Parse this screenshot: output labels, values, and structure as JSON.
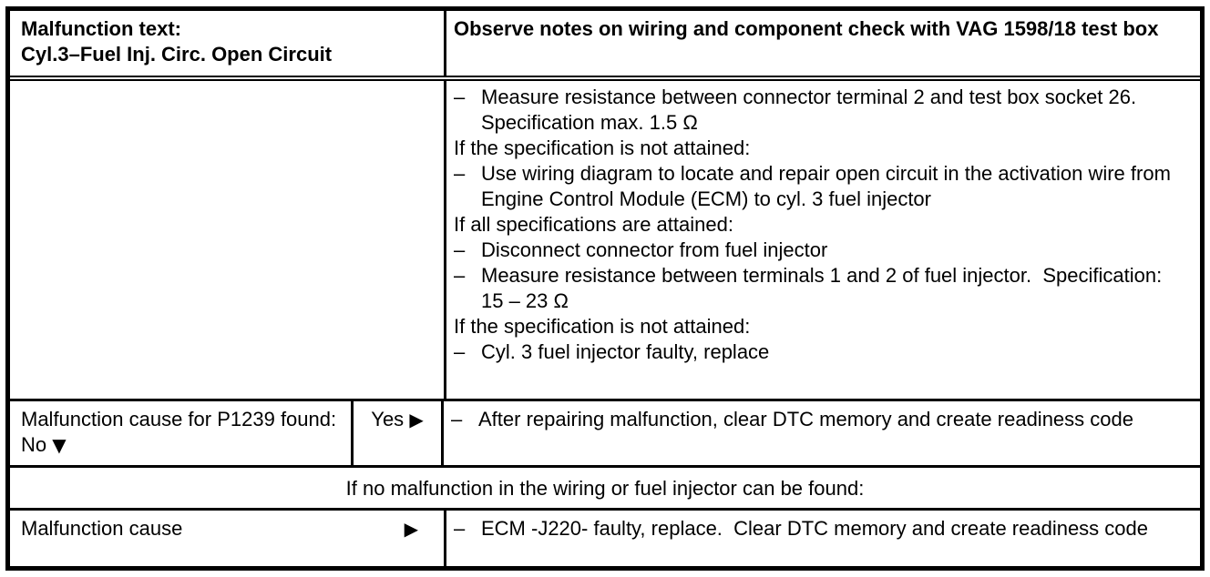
{
  "colors": {
    "text": "#000000",
    "background": "#ffffff",
    "border": "#000000"
  },
  "header": {
    "malfunction_label": "Malfunction text:",
    "malfunction_title": "Cyl.3–Fuel Inj. Circ. Open Circuit",
    "note": "Observe notes on wiring and component check with VAG 1598/18 test box"
  },
  "procedure": {
    "steps": [
      {
        "marker": "–",
        "text": "Measure resistance between connector terminal 2 and test box socket 26.  Specification max. 1.5 Ω"
      },
      {
        "marker": "",
        "text": "If the specification is not attained:"
      },
      {
        "marker": "–",
        "text": "Use wiring diagram to locate and repair open circuit in the activation wire from Engine Control Module (ECM) to cyl. 3 fuel injector"
      },
      {
        "marker": "",
        "text": "If all specifications are attained:"
      },
      {
        "marker": "–",
        "text": "Disconnect connector from fuel injector"
      },
      {
        "marker": "–",
        "text": "Measure resistance between terminals 1 and 2 of fuel injector.  Specification: 15 – 23 Ω"
      },
      {
        "marker": "",
        "text": "If the specification is not attained:"
      },
      {
        "marker": "–",
        "text": "Cyl. 3 fuel injector faulty, replace"
      }
    ]
  },
  "p1239": {
    "cause_text": "Malfunction cause for P1239 found: No ",
    "down_arrow": "▼",
    "yes_label": "Yes ",
    "yes_arrow": "▶",
    "result_marker": "–",
    "result_text": "After repairing malfunction, clear DTC memory and create readiness code"
  },
  "condition": {
    "text": "If no malfunction in the wiring or fuel injector can be found:"
  },
  "final": {
    "cause_label": "Malfunction cause",
    "arrow": "▶",
    "result_marker": "–",
    "result_text": "ECM -J220- faulty, replace.  Clear DTC memory and create readiness code"
  }
}
